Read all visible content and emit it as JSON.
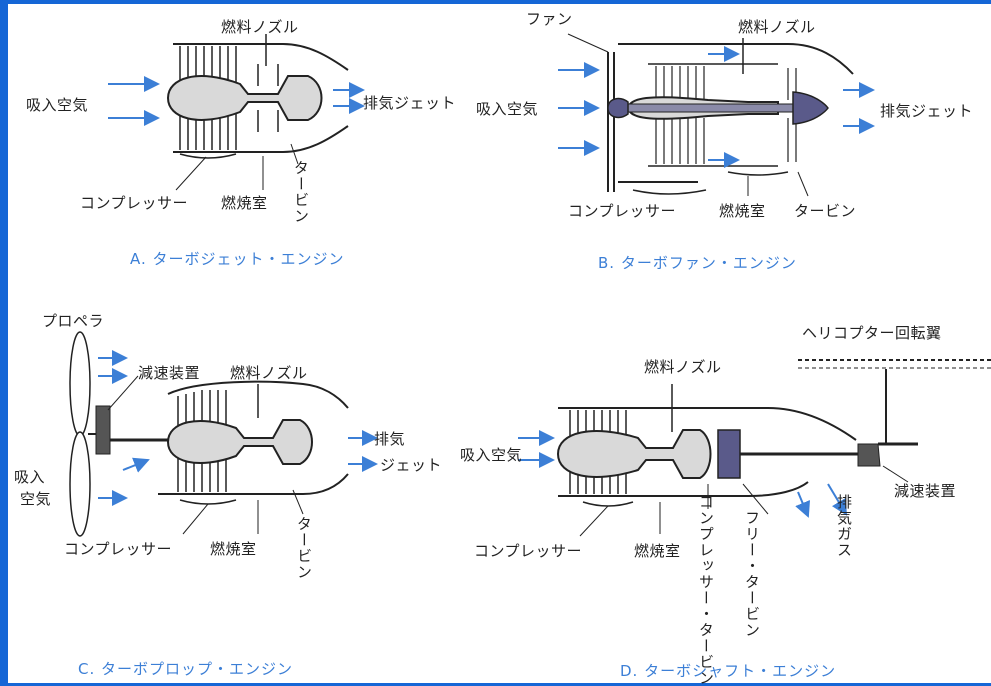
{
  "colors": {
    "background": "#1566d6",
    "panel": "#ffffff",
    "caption": "#3c7fd6",
    "arrow": "#3c7fd6",
    "ink": "#222222",
    "core_fill": "#d9d9d9",
    "dark_fill": "#5a5a8a"
  },
  "diagrams": {
    "a": {
      "caption": "A. ターボジェット・エンジン",
      "labels": {
        "fuel_nozzle": "燃料ノズル",
        "intake_air": "吸入空気",
        "exhaust_jet": "排気ジェット",
        "compressor": "コンプレッサー",
        "combustor": "燃焼室",
        "turbine": "タービン"
      }
    },
    "b": {
      "caption": "B. ターボファン・エンジン",
      "labels": {
        "fan": "ファン",
        "fuel_nozzle": "燃料ノズル",
        "intake_air": "吸入空気",
        "exhaust_jet": "排気ジェット",
        "compressor": "コンプレッサー",
        "combustor": "燃焼室",
        "turbine": "タービン"
      }
    },
    "c": {
      "caption": "C. ターボプロップ・エンジン",
      "labels": {
        "propeller": "プロペラ",
        "reduction_gear": "減速装置",
        "fuel_nozzle": "燃料ノズル",
        "exhaust_1": "排気",
        "exhaust_2": "ジェット",
        "intake_1": "吸入",
        "intake_2": "空気",
        "compressor": "コンプレッサー",
        "combustor": "燃焼室",
        "turbine": "タービン"
      }
    },
    "d": {
      "caption": "D. ターボシャフト・エンジン",
      "labels": {
        "rotor": "ヘリコプター回転翼",
        "fuel_nozzle": "燃料ノズル",
        "intake_air": "吸入空気",
        "reduction_gear": "減速装置",
        "exhaust_gas": "排気ガス",
        "compressor": "コンプレッサー",
        "combustor": "燃焼室",
        "comp_turbine": "コンプレッサー・タービン",
        "free_turbine": "フリー・タービン"
      }
    }
  }
}
